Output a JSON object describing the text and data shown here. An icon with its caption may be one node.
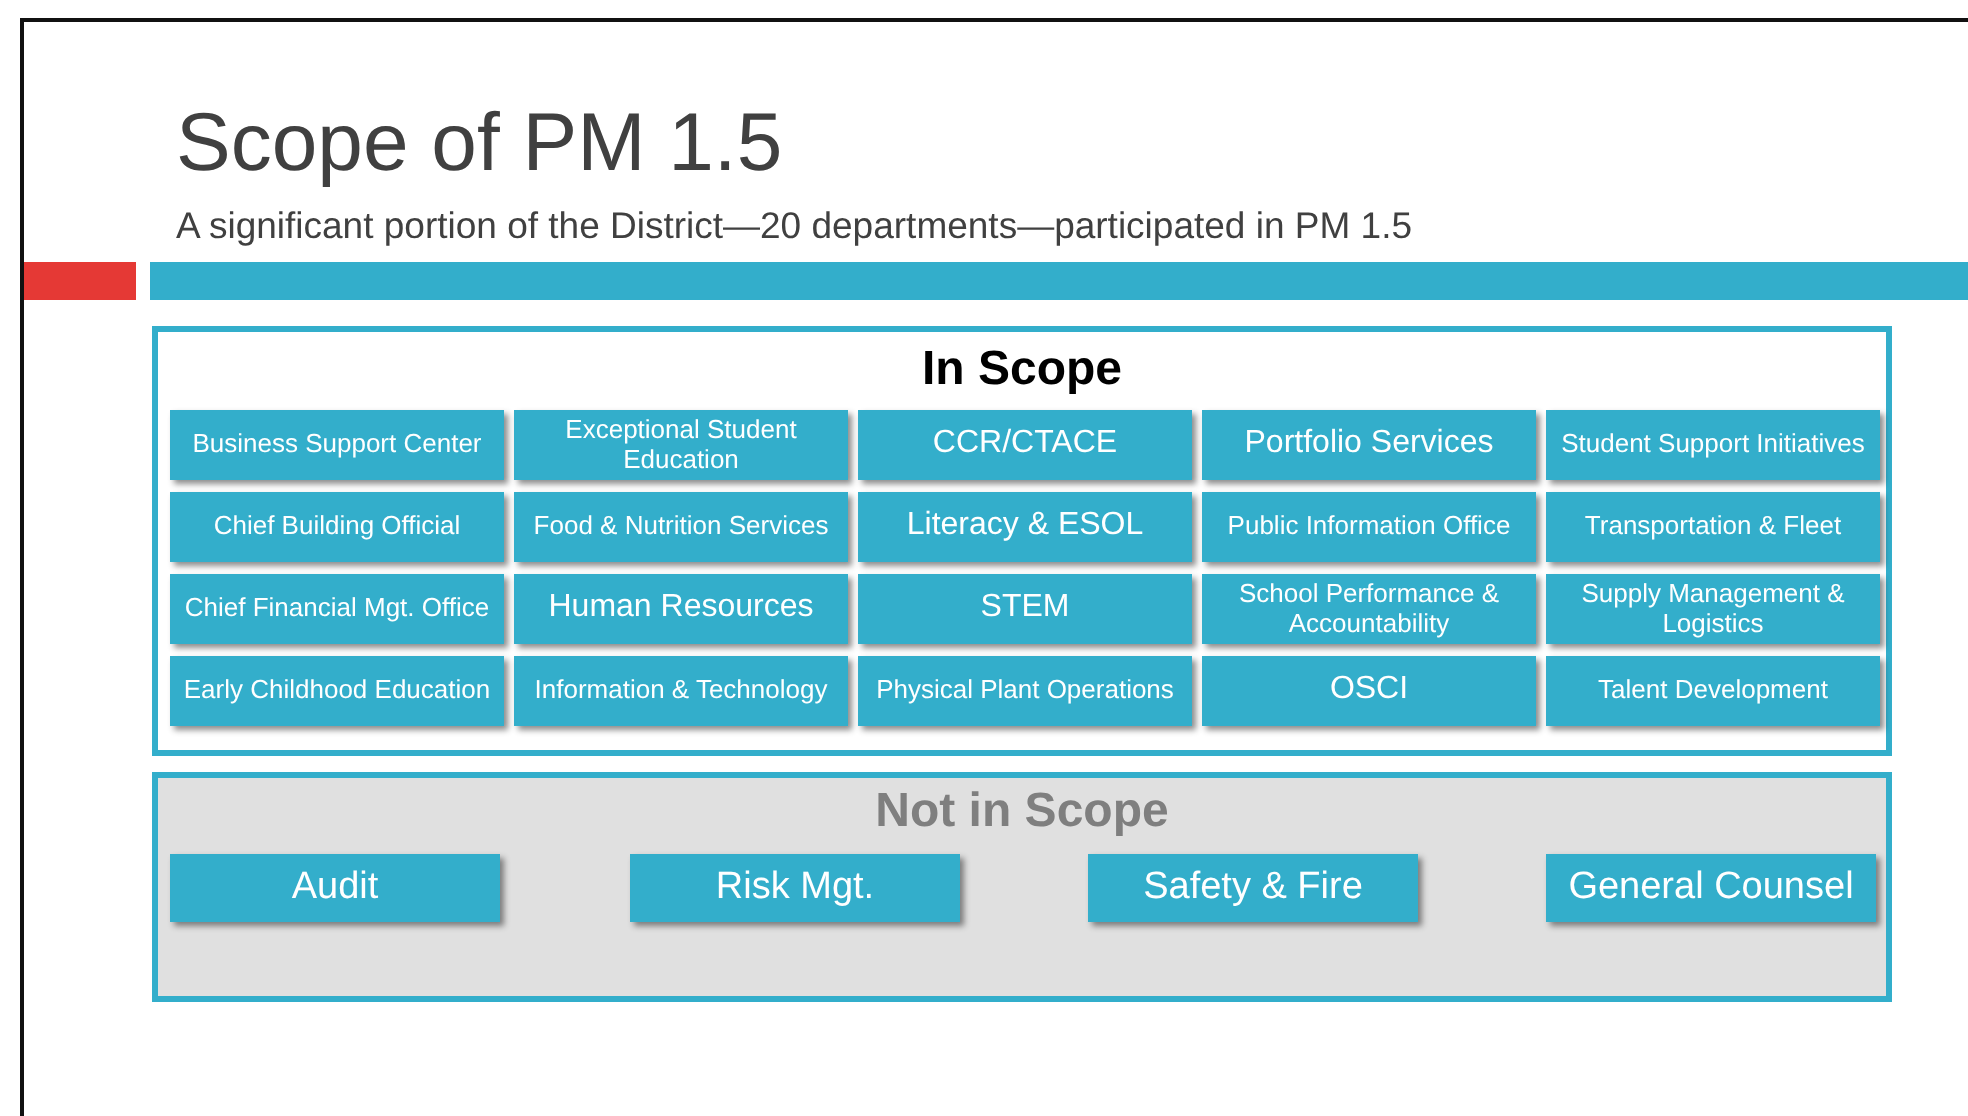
{
  "diagram": {
    "title": "Scope of PM 1.5",
    "caption": "A significant portion of the District—20 departments—participated in PM 1.5",
    "nodes": [
      {
        "text": [
          "In Scope"
        ]
      },
      {
        "text": [
          "Business Support Center"
        ],
        "in": 0
      },
      {
        "text": [
          "Exceptional Student Education"
        ],
        "in": 0
      },
      {
        "text": [
          "CCR/CTACE"
        ],
        "in": 0
      },
      {
        "text": [
          "Portfolio Services"
        ],
        "in": 0
      },
      {
        "text": [
          "Student Support Initiatives"
        ],
        "in": 0
      },
      {
        "text": [
          "Chief Building Official"
        ],
        "in": 0
      },
      {
        "text": [
          "Food & Nutrition Services"
        ],
        "in": 0
      },
      {
        "text": [
          "Literacy & ESOL"
        ],
        "in": 0
      },
      {
        "text": [
          "Public Information Office"
        ],
        "in": 0
      },
      {
        "text": [
          "Transportation & Fleet"
        ],
        "in": 0
      },
      {
        "text": [
          "Chief Financial Mgt. Office"
        ],
        "in": 0
      },
      {
        "text": [
          "Human Resources"
        ],
        "in": 0
      },
      {
        "text": [
          "STEM"
        ],
        "in": 0
      },
      {
        "text": [
          "School Performance & Accountability"
        ],
        "in": 0
      },
      {
        "text": [
          "Supply Management & Logistics"
        ],
        "in": 0
      },
      {
        "text": [
          "Early Childhood Education"
        ],
        "in": 0
      },
      {
        "text": [
          "Information & Technology"
        ],
        "in": 0
      },
      {
        "text": [
          "Physical Plant Operations"
        ],
        "in": 0
      },
      {
        "text": [
          "OSCI"
        ],
        "in": 0
      },
      {
        "text": [
          "Talent Development"
        ],
        "in": 0
      },
      {
        "text": [
          "Not in Scope"
        ]
      },
      {
        "text": [
          "Audit"
        ],
        "in": 21
      },
      {
        "text": [
          "Risk Mgt."
        ],
        "in": 21
      },
      {
        "text": [
          "Safety & Fire"
        ],
        "in": 21
      },
      {
        "text": [
          "General Counsel"
        ],
        "in": 21
      }
    ]
  }
}
